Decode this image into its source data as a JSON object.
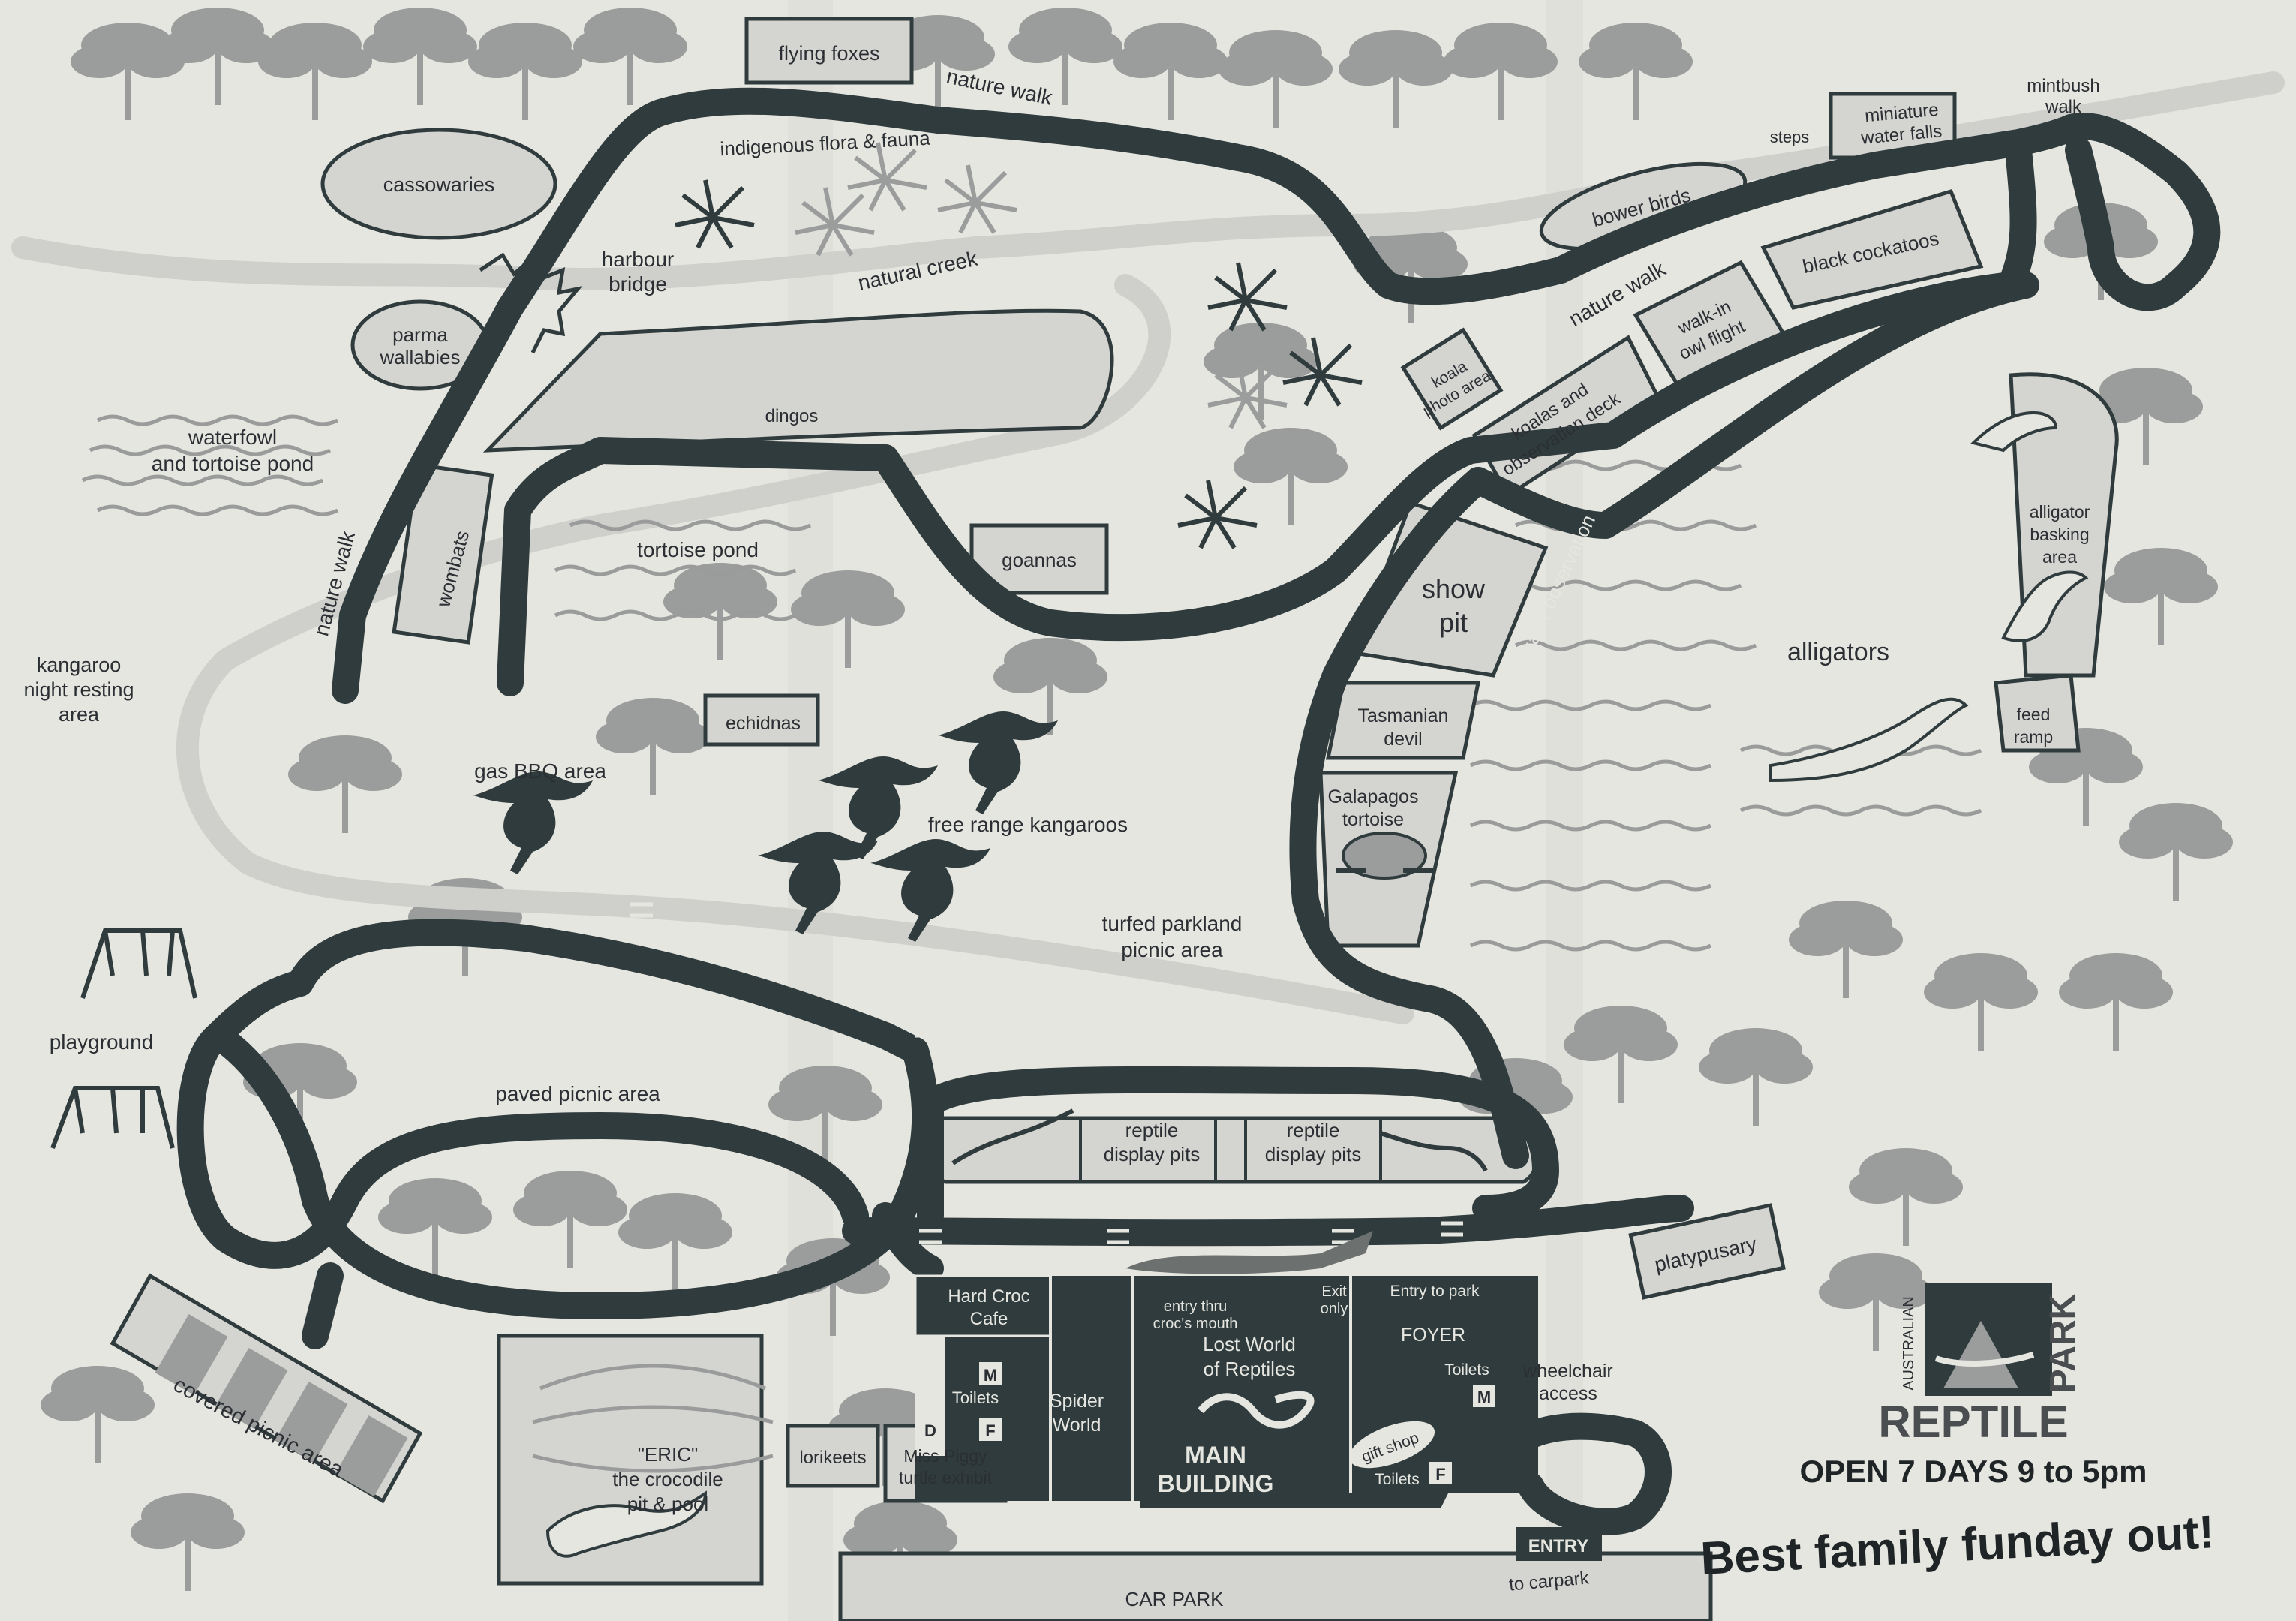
{
  "map": {
    "colors": {
      "paper": "#e6e6e1",
      "road": "#2f3b3c",
      "tree": "#9b9d9c",
      "enclosure": "#d4d4d1",
      "creek": "#cfcfcc",
      "background": "#5a1418"
    },
    "labels": {
      "flying_foxes": "flying foxes",
      "nature_walk_top": "nature walk",
      "cassowaries": "cassowaries",
      "indigenous_flora": "indigenous flora & fauna",
      "harbour_bridge_1": "harbour",
      "harbour_bridge_2": "bridge",
      "natural_creek": "natural creek",
      "parma_wallabies_1": "parma",
      "parma_wallabies_2": "wallabies",
      "waterfowl_1": "waterfowl",
      "waterfowl_2": "and tortoise pond",
      "dingos": "dingos",
      "nature_walk_left": "nature walk",
      "wombats": "wombats",
      "tortoise_pond": "tortoise pond",
      "goannas": "goannas",
      "kangaroo_night_1": "kangaroo",
      "kangaroo_night_2": "night resting",
      "kangaroo_night_3": "area",
      "echidnas": "echidnas",
      "gas_bbq": "gas BBQ area",
      "free_range_kangaroos": "free range kangaroos",
      "turfed_parkland_1": "turfed parkland",
      "turfed_parkland_2": "picnic area",
      "playground": "playground",
      "paved_picnic": "paved picnic area",
      "reptile_pits_1a": "reptile",
      "reptile_pits_1b": "display pits",
      "reptile_pits_2a": "reptile",
      "reptile_pits_2b": "display  pits",
      "show_pit_1": "show",
      "show_pit_2": "pit",
      "tasmanian_devil_1": "Tasmanian",
      "tasmanian_devil_2": "devil",
      "galapagos_1": "Galapagos",
      "galapagos_2": "tortoise",
      "koala_photo_1": "koala",
      "koala_photo_2": "photo area",
      "koalas_deck_1": "koalas and",
      "koalas_deck_2": "observation deck",
      "nature_walk_mid": "nature walk",
      "walkin_owl_1": "walk-in",
      "walkin_owl_2": "owl flight",
      "black_cockatoos": "black cockatoos",
      "bower_birds": "bower birds",
      "steps": "steps",
      "miniature_falls_1": "miniature",
      "miniature_falls_2": "water falls",
      "mintbush_1": "mintbush",
      "mintbush_2": "walk",
      "alligator_obs_walk": "alligator observation walk",
      "alligators": "alligators",
      "alligator_basking_1": "alligator",
      "alligator_basking_2": "basking",
      "alligator_basking_3": "area",
      "feed_ramp_1": "feed",
      "feed_ramp_2": "ramp",
      "platypusary": "platypusary",
      "hard_croc_1": "Hard Croc",
      "hard_croc_2": "Cafe",
      "toilets_m": "M",
      "toilets_1": "Toilets",
      "toilets_f": "F",
      "toilets_d": "D",
      "spider_world_1": "Spider",
      "spider_world_2": "World",
      "entry_thru_1": "entry thru",
      "entry_thru_2": "croc's mouth",
      "lost_world_1": "Lost World",
      "lost_world_2": "of Reptiles",
      "main_building_1": "MAIN",
      "main_building_2": "BUILDING",
      "exit_only_1": "Exit",
      "exit_only_2": "only",
      "entry_to_park": "Entry to park",
      "foyer": "FOYER",
      "toilets_2": "Toilets",
      "toilets_m2": "M",
      "gift_shop": "gift shop",
      "toilets_3": "Toilets",
      "toilets_f2": "F",
      "wheelchair_1": "wheelchair",
      "wheelchair_2": "access",
      "entry": "ENTRY",
      "to_carpark": "to carpark",
      "car_park": "CAR PARK",
      "lorikeets": "lorikeets",
      "miss_piggy_1": "Miss Piggy",
      "miss_piggy_2": "turtle exhibit",
      "covered_picnic": "covered picnic area",
      "eric_1": "\"ERIC\"",
      "eric_2": "the crocodile",
      "eric_3": "pit & pool"
    },
    "logo": {
      "small": "AUSTRALIAN",
      "main": "REPTILE",
      "side": "PARK"
    },
    "slogan": {
      "hours": "OPEN 7 DAYS 9 to 5pm",
      "tagline": "Best family funday out!"
    }
  }
}
